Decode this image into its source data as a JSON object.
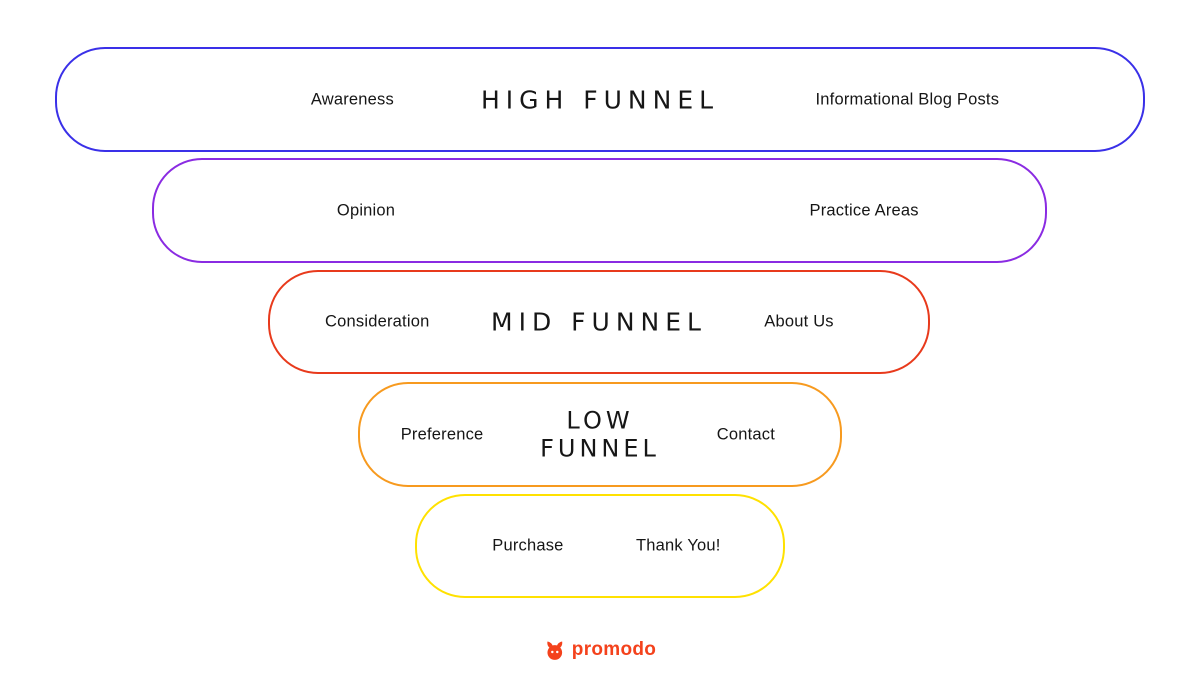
{
  "diagram": {
    "tiers": [
      {
        "heading": "HIGH FUNNEL",
        "left_label": "Awareness",
        "right_label": "Informational Blog Posts",
        "border_color": "#3a30e8"
      },
      {
        "heading": "",
        "left_label": "Opinion",
        "right_label": "Practice Areas",
        "border_color": "#8a2be2"
      },
      {
        "heading": "MID FUNNEL",
        "left_label": "Consideration",
        "right_label": "About Us",
        "border_color": "#e83a1c"
      },
      {
        "heading": "LOW FUNNEL",
        "left_label": "Preference",
        "right_label": "Contact",
        "border_color": "#f79a1f"
      },
      {
        "heading": "",
        "left_label": "Purchase",
        "right_label": "Thank You!",
        "border_color": "#ffe100"
      }
    ]
  },
  "logo": {
    "text": "promodo",
    "color": "#f4421c"
  }
}
